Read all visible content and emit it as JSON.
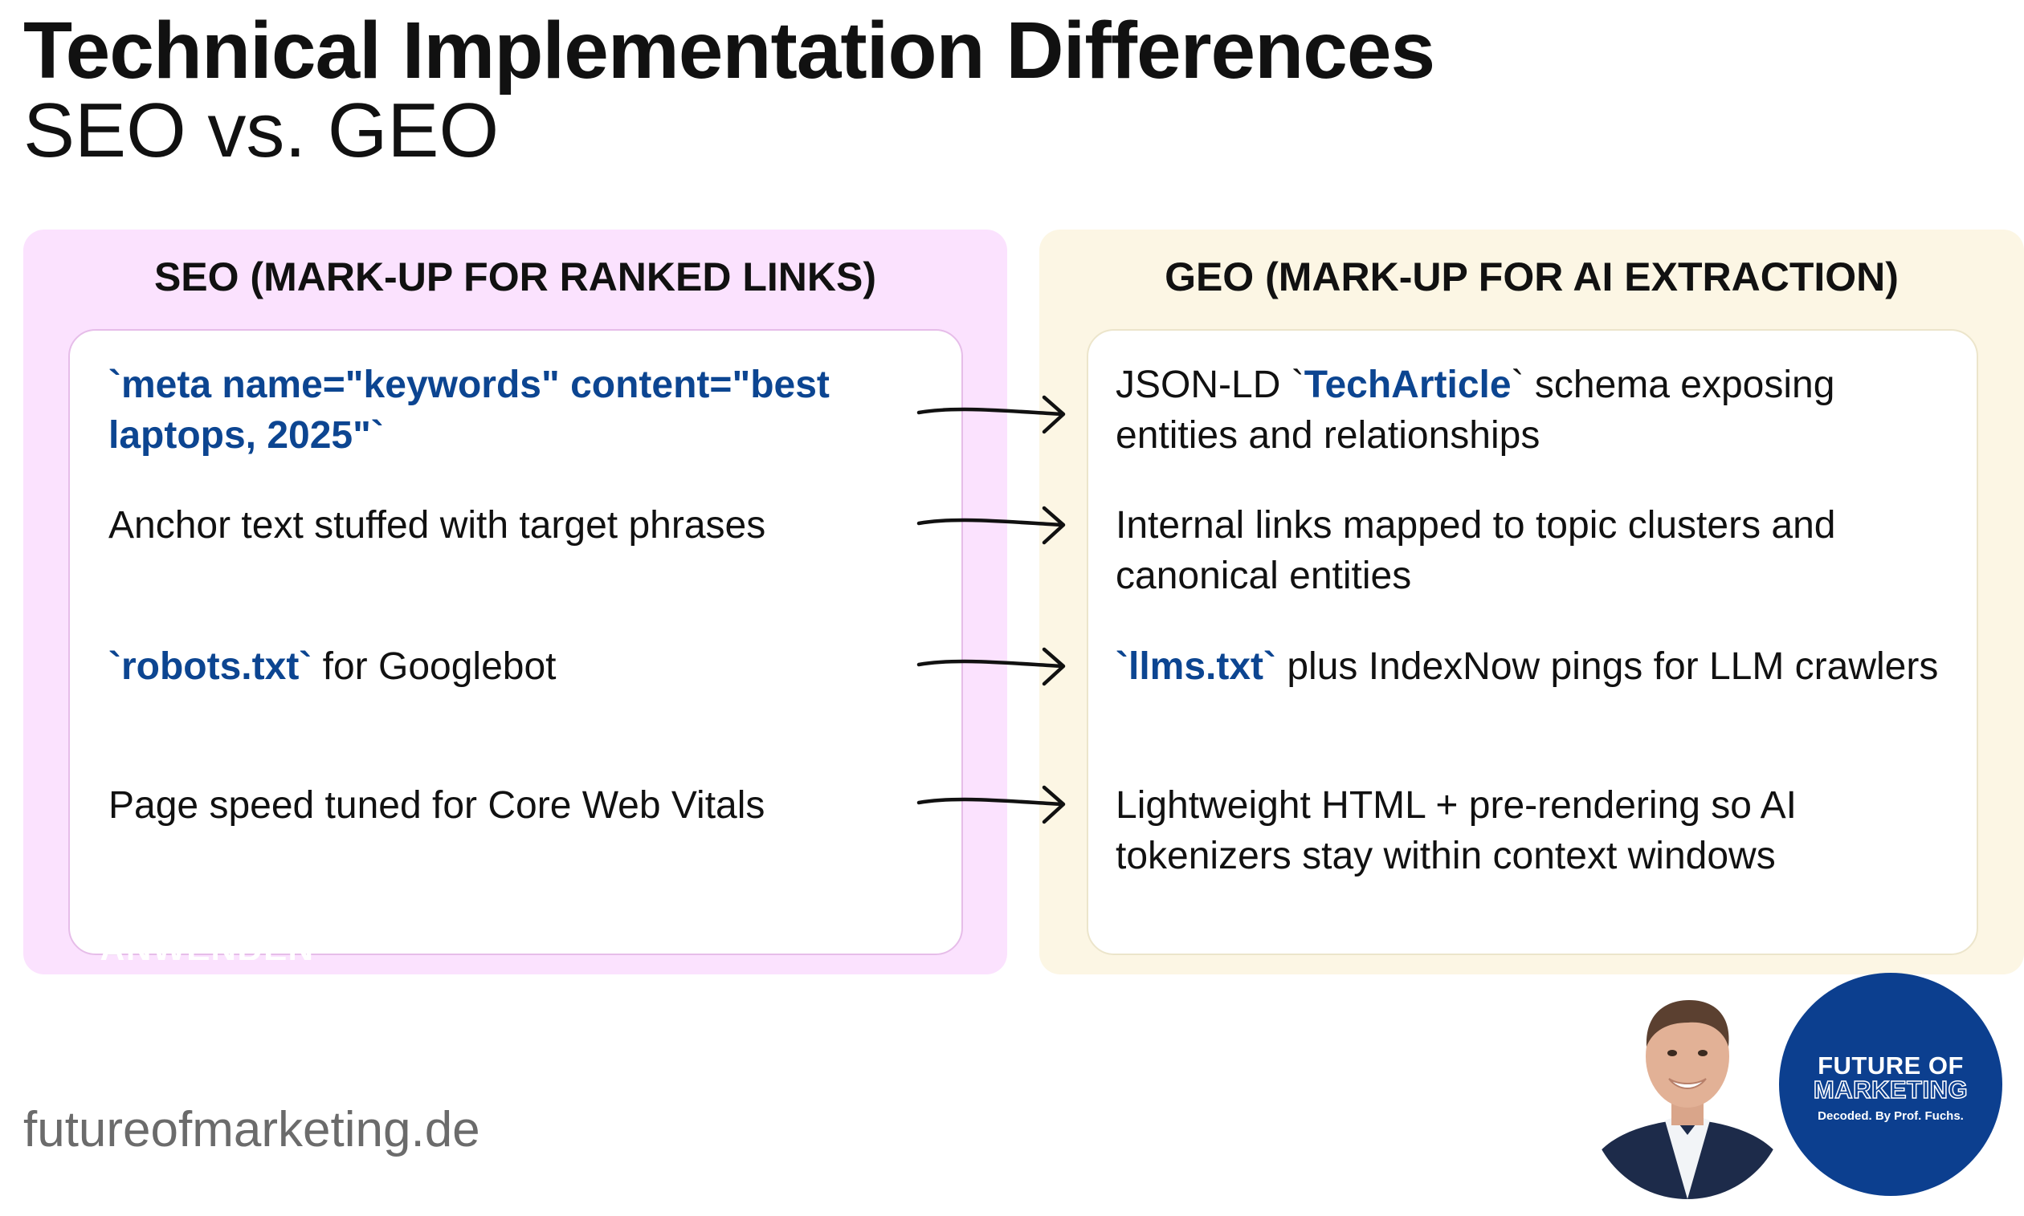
{
  "header": {
    "title": "Technical Implementation Differences",
    "subtitle": "SEO vs. GEO"
  },
  "seo": {
    "heading": "SEO (MARK-UP FOR RANKED LINKS)",
    "items": [
      {
        "code": "`meta name=\"keywords\" content=\"best laptops, 2025\"`",
        "text": ""
      },
      {
        "code": "",
        "text": "Anchor text stuffed with target phrases"
      },
      {
        "code": "`robots.txt`",
        "text": " for Googlebot"
      },
      {
        "code": "",
        "text": "Page speed tuned for Core Web Vitals"
      }
    ],
    "watermark": "ANWENDEN"
  },
  "geo": {
    "heading": "GEO (MARK-UP FOR AI EXTRACTION)",
    "items": [
      {
        "pre": "JSON-LD `",
        "code": "TechArticle",
        "post": "` schema exposing entities and relationships"
      },
      {
        "pre": "Internal links mapped to topic clusters and canonical entities",
        "code": "",
        "post": ""
      },
      {
        "pre": "",
        "code": "`llms.txt`",
        "post": " plus IndexNow pings for LLM crawlers"
      },
      {
        "pre": "Lightweight HTML + pre-rendering so AI tokenizers stay within context windows",
        "code": "",
        "post": ""
      }
    ]
  },
  "footer": {
    "url": "futureofmarketing.de"
  },
  "logo": {
    "line1": "FUTURE OF",
    "line2": "MARKETING",
    "line3": "Decoded. By Prof. Fuchs."
  },
  "colors": {
    "seo_panel": "#fbe2fe",
    "geo_panel": "#fcf6e4",
    "code_blue": "#0c4591",
    "logo_blue": "#0c3f8f"
  },
  "icons": [
    "right-arrow-icon",
    "avatar",
    "brand-logo"
  ]
}
